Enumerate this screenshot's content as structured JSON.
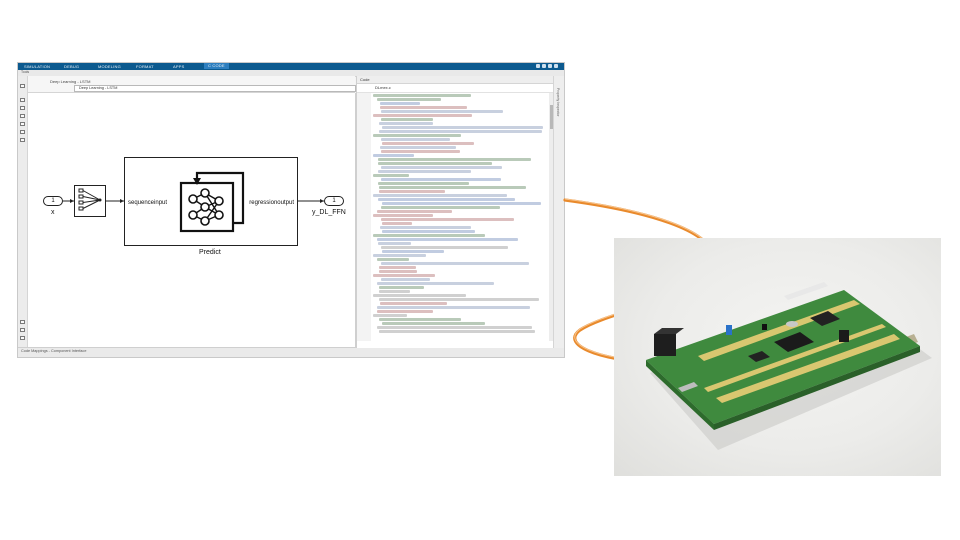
{
  "ribbon": {
    "tabs": [
      "SIMULATION",
      "DEBUG",
      "MODELING",
      "FORMAT",
      "APPS",
      "C CODE"
    ],
    "active_index": 5
  },
  "subbar": {
    "label": "Tools"
  },
  "model": {
    "breadcrumb": "Deep Learning - LSTM",
    "path": "Deep Learning - LSTM",
    "inport_number": "1",
    "inport_label": "x",
    "subsystem_input": "sequenceinput",
    "subsystem_output": "regressionoutput",
    "subsystem_name": "Predict",
    "outport_number": "1",
    "outport_label": "y_DL_FFN"
  },
  "status": {
    "text": "Code Mappings - Component Interface"
  },
  "code": {
    "panel_title": "Code",
    "file_name": "DLmex.c",
    "sidebar_label": "Property Inspector"
  },
  "colors": {
    "ribbon": "#0c5a8f",
    "cable": "#e98a2c",
    "pcb": "#3f8a3e"
  }
}
